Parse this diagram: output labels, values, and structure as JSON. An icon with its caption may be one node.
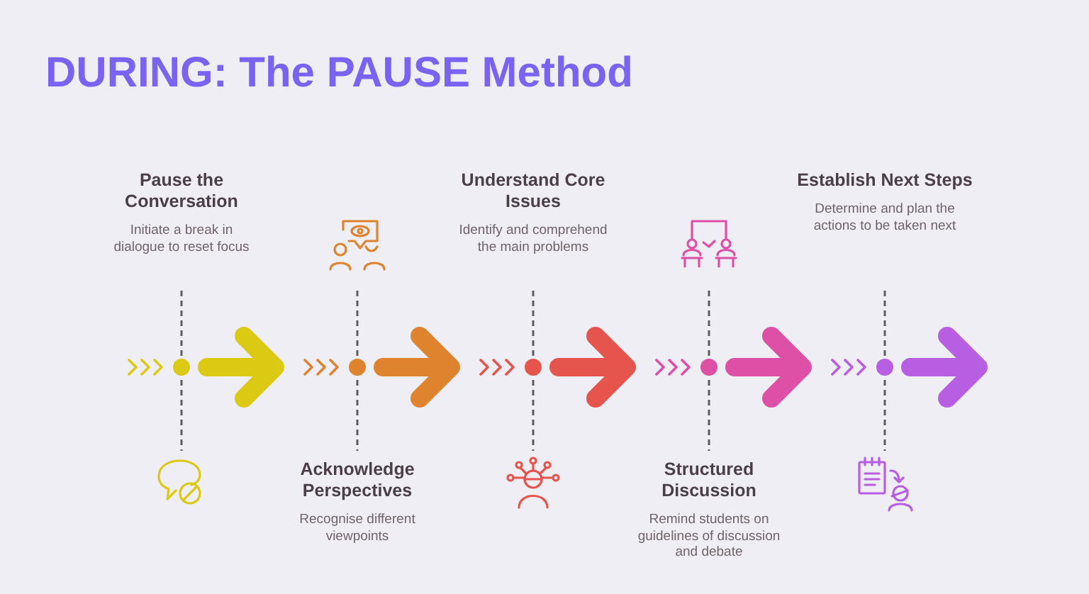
{
  "diagram": {
    "title": "DURING: The PAUSE Method",
    "nodes": [
      {
        "text": [
          "Pause the Conversation",
          "Initiate a break in dialogue to reset focus"
        ]
      },
      {
        "text": [
          "Acknowledge Perspectives",
          "Recognise different viewpoints"
        ]
      },
      {
        "text": [
          "Understand Core Issues",
          "Identify and comprehend the main problems"
        ]
      },
      {
        "text": [
          "Structured Discussion",
          "Remind students on guidelines of discussion and debate"
        ]
      },
      {
        "text": [
          "Establish Next Steps",
          "Determine and plan the actions to be taken next"
        ]
      }
    ]
  }
}
